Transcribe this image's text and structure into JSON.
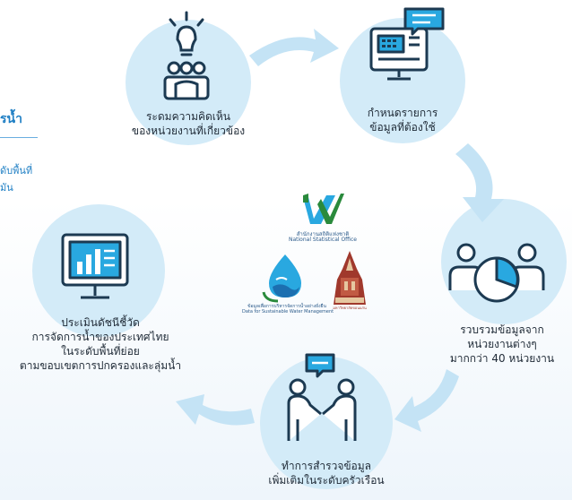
{
  "left_panel": {
    "title_fragment": "รน้ำ",
    "line1_fragment": "ดับพื้นที่",
    "line2_fragment": "มัน"
  },
  "steps": [
    {
      "id": "hearing",
      "label_lines": [
        "ระดมความคิดเห็น",
        "ของหน่วยงานที่เกี่ยวข้อง"
      ],
      "icon": "meeting-people-icon"
    },
    {
      "id": "define",
      "label_lines": [
        "กำหนดรายการ",
        "ข้อมูลที่ต้องใช้"
      ],
      "icon": "computer-monitor-icon"
    },
    {
      "id": "collect",
      "label_lines": [
        "รวบรวมข้อมูลจาก",
        "หน่วยงานต่างๆ",
        "มากกว่า 40 หน่วยงาน"
      ],
      "icon": "pie-chart-people-icon"
    },
    {
      "id": "survey",
      "label_lines": [
        "ทำการสำรวจข้อมูล",
        "เพิ่มเติมในระดับครัวเรือน"
      ],
      "icon": "conversation-people-icon"
    },
    {
      "id": "evaluate",
      "label_lines": [
        "ประเมินดัชนีชี้วัด",
        "การจัดการน้ำของประเทศไทย",
        "ในระดับพื้นที่ย่อย",
        "ตามขอบเขตการปกครองและลุ่มน้ำ"
      ],
      "icon": "bar-chart-monitor-icon"
    }
  ],
  "logos": {
    "nso_thai": "สำนักงานสถิติแห่งชาติ",
    "nso_en": "National Statistical Office",
    "water_thai": "ข้อมูลเพื่อการบริหารจัดการน้ำอย่างยั่งยืน",
    "water_en": "Data for Sustainable Water Management",
    "kku_text": "มหาวิทยาลัยขอนแก่น"
  },
  "colors": {
    "circle": "#d3ebf8",
    "icon_dark": "#1c3a52",
    "icon_accent": "#29a8e0",
    "arrow": "#c4e3f5",
    "accent_text": "#1f7fc4"
  }
}
